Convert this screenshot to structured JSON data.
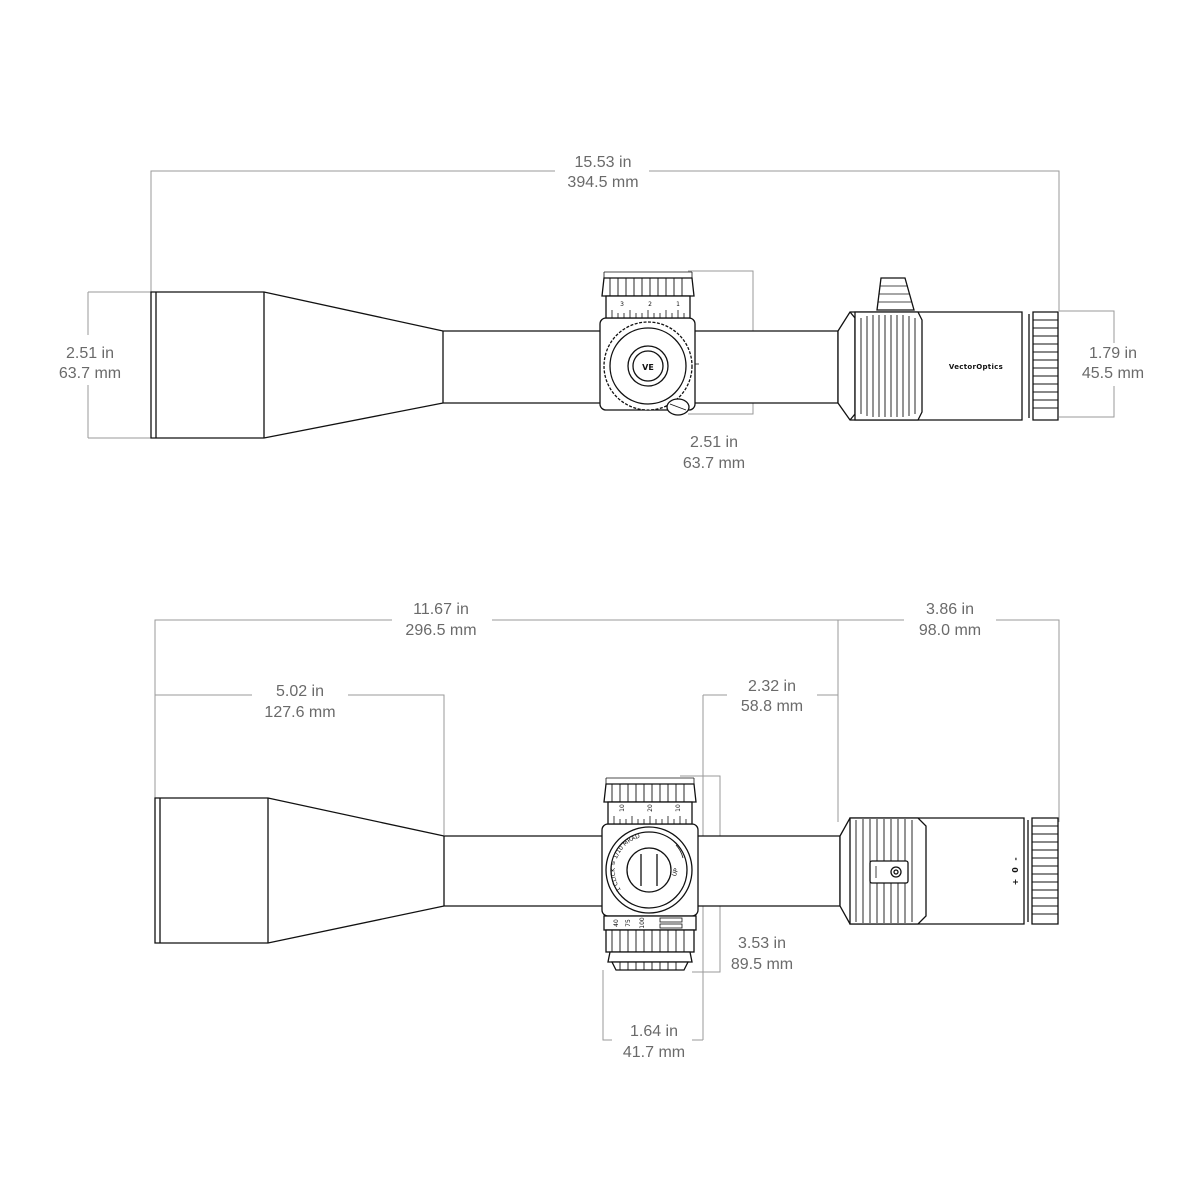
{
  "side_view": {
    "overall_length": {
      "in": "15.53 in",
      "mm": "394.5 mm"
    },
    "objective_diameter": {
      "in": "2.51 in",
      "mm": "63.7 mm"
    },
    "turret_height": {
      "in": "2.51 in",
      "mm": "63.7 mm"
    },
    "eyepiece_diameter": {
      "in": "1.79 in",
      "mm": "45.5 mm"
    },
    "brand": "VectorOptics",
    "turret_marks": [
      "3",
      "2",
      "1"
    ]
  },
  "top_view": {
    "objective_to_turret": {
      "in": "11.67 in",
      "mm": "296.5 mm"
    },
    "eyepiece_length": {
      "in": "3.86 in",
      "mm": "98.0 mm"
    },
    "objective_bell_length": {
      "in": "5.02 in",
      "mm": "127.6 mm"
    },
    "turret_to_ring": {
      "in": "2.32 in",
      "mm": "58.8 mm"
    },
    "turret_width": {
      "in": "3.53 in",
      "mm": "89.5 mm"
    },
    "turret_body_width": {
      "in": "1.64 in",
      "mm": "41.7 mm"
    },
    "turret_marks": [
      "10",
      "20",
      "10"
    ],
    "dial_text": [
      "1 CLICK = 1/10 MRAD",
      "UP"
    ],
    "parallax_marks": [
      "40",
      "75",
      "100"
    ],
    "diopter_marks": [
      "+",
      "0",
      "-"
    ]
  }
}
